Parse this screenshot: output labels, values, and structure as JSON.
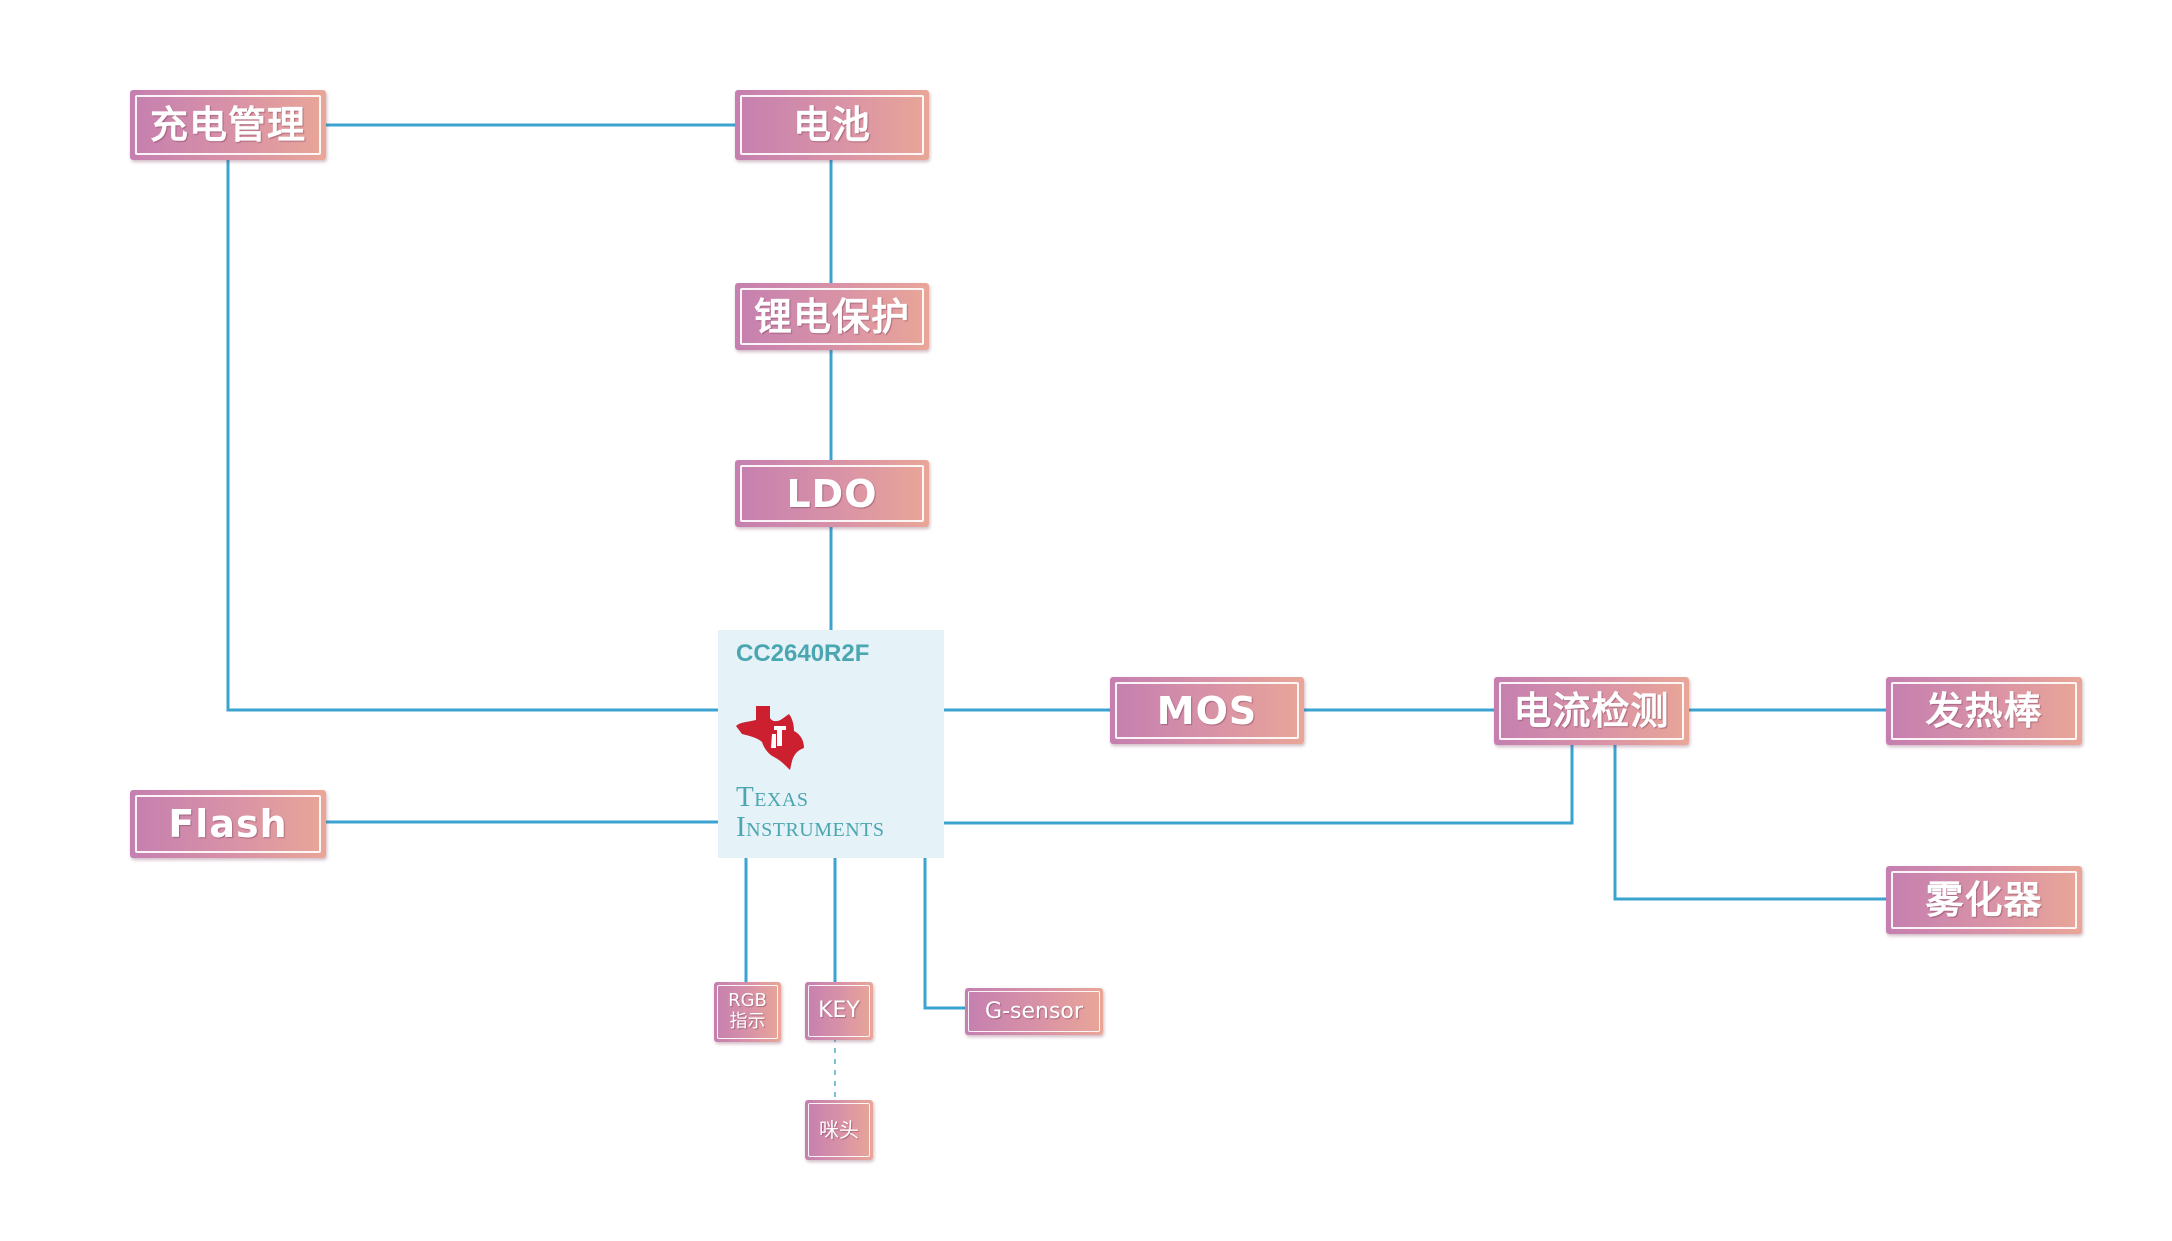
{
  "nodes": {
    "charge_mgmt": "充电管理",
    "battery": "电池",
    "li_protect": "锂电保护",
    "ldo": "LDO",
    "mos": "MOS",
    "current_detect": "电流检测",
    "heating_rod": "发热棒",
    "atomizer": "雾化器",
    "flash": "Flash",
    "rgb": "RGB 指示",
    "key": "KEY",
    "g_sensor": "G-sensor",
    "mic": "咪头"
  },
  "chip": {
    "model": "CC2640R2F",
    "vendor_line1": "Texas",
    "vendor_line2": "Instruments",
    "logo_icon": "ti-logo-icon",
    "logo_color": "#cc1f2f"
  },
  "colors": {
    "wire": "#3aa3cf",
    "node_gradient_start": "#c57fb0",
    "node_gradient_end": "#e9a697",
    "chip_bg": "#e5f2f8",
    "chip_text": "#4aa6b0"
  }
}
